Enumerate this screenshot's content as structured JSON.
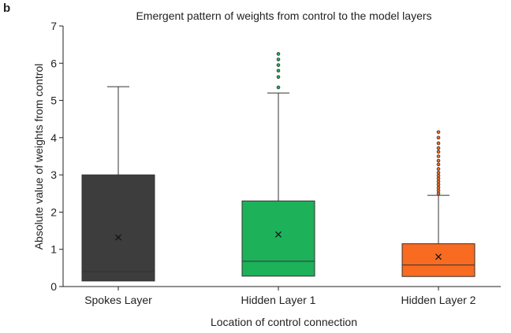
{
  "panel_label": "b",
  "chart_data": {
    "type": "box",
    "title": "Emergent pattern of weights from control to the model layers",
    "xlabel": "Location of control connection",
    "ylabel": "Absolute value of weights from control",
    "ylim": [
      0,
      7
    ],
    "yticks": [
      0,
      1,
      2,
      3,
      4,
      5,
      6,
      7
    ],
    "categories": [
      "Spokes Layer",
      "Hidden Layer 1",
      "Hidden Layer 2"
    ],
    "boxes": [
      {
        "category": "Spokes Layer",
        "min": 0.15,
        "q1": 0.15,
        "median": 0.4,
        "q3": 3.0,
        "max": 5.37,
        "mean": 1.32,
        "outliers": [],
        "color": "#3d3d3d"
      },
      {
        "category": "Hidden Layer 1",
        "min": 0.28,
        "q1": 0.28,
        "median": 0.68,
        "q3": 2.3,
        "max": 5.2,
        "mean": 1.4,
        "outliers": [
          5.35,
          5.63,
          5.8,
          5.95,
          6.1,
          6.25
        ],
        "color": "#1db15a"
      },
      {
        "category": "Hidden Layer 2",
        "min": 0.27,
        "q1": 0.27,
        "median": 0.58,
        "q3": 1.15,
        "max": 2.45,
        "mean": 0.8,
        "outliers": [
          2.5,
          2.58,
          2.66,
          2.74,
          2.82,
          2.9,
          2.98,
          3.06,
          3.16,
          3.28,
          3.38,
          3.5,
          3.62,
          3.72,
          3.85,
          4.0,
          4.15
        ],
        "color": "#f86b20"
      }
    ],
    "grid": false,
    "legend": "none"
  }
}
